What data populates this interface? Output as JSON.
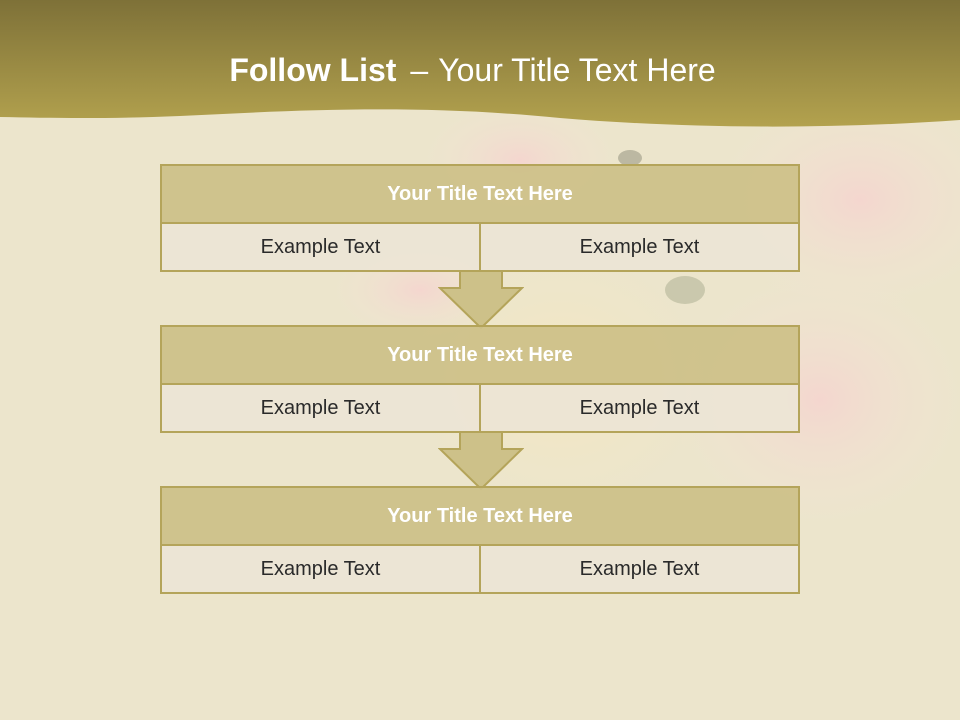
{
  "header": {
    "title_bold": "Follow List",
    "separator": "–",
    "title_rest": "Your Title Text Here"
  },
  "colors": {
    "header_dark": "#7e7138",
    "header_light": "#b3a24e",
    "box_head": "#cdc189",
    "box_border": "#b4a45a",
    "cell_bg": "#ece5d5",
    "background": "#ece5cc"
  },
  "steps": [
    {
      "title": "Your Title Text Here",
      "left": "Example Text",
      "right": "Example Text"
    },
    {
      "title": "Your Title Text Here",
      "left": "Example Text",
      "right": "Example Text"
    },
    {
      "title": "Your Title Text Here",
      "left": "Example Text",
      "right": "Example Text"
    }
  ]
}
